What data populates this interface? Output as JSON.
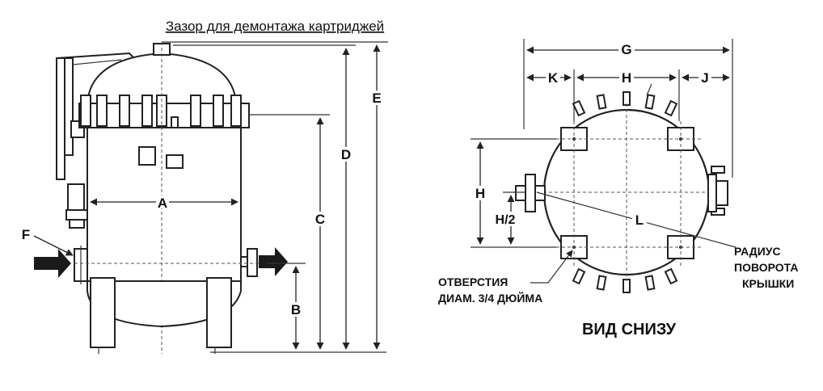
{
  "caption_clearance": "Зазор для демонтажа картриджей",
  "side_view": {
    "dims": {
      "a": "A",
      "b": "B",
      "c": "C",
      "d": "D",
      "e": "E",
      "f": "F"
    }
  },
  "bottom_view": {
    "title": "ВИД СНИЗУ",
    "dims": {
      "g": "G",
      "h_top": "H",
      "k": "K",
      "j": "J",
      "h_side": "H",
      "h_half": "H/2",
      "l": "L"
    },
    "holes_label_line1": "ОТВЕРСТИЯ",
    "holes_label_line2": "ДИАМ. 3/4 ДЮЙМА",
    "radius_label_line1": "РАДИУС",
    "radius_label_line2": "ПОВОРОТА",
    "radius_label_line3": "КРЫШКИ"
  }
}
